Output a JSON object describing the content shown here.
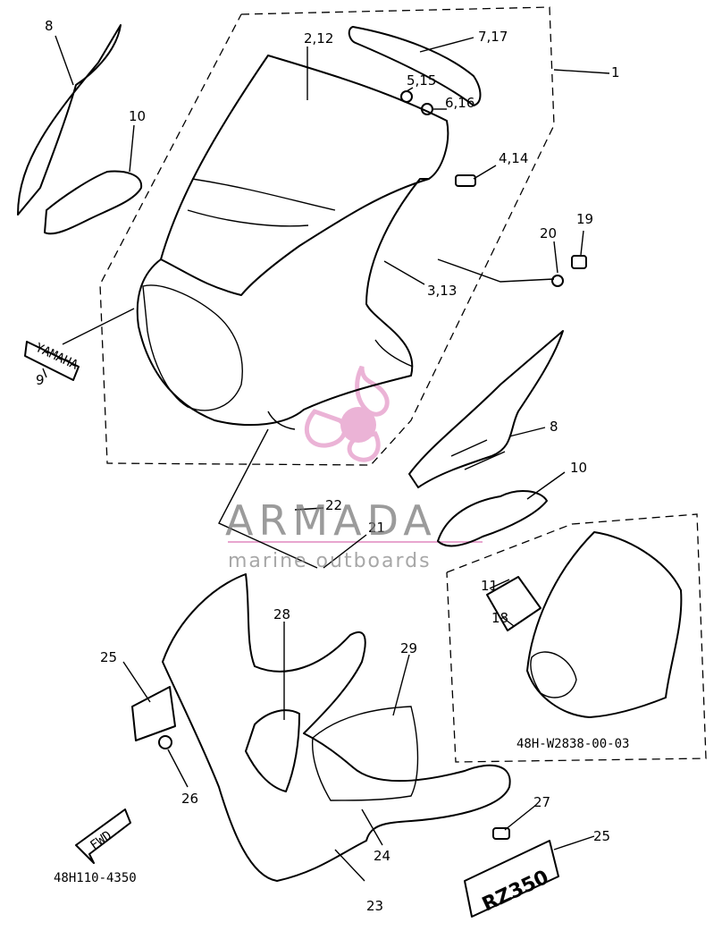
{
  "callouts": {
    "c1": "1",
    "c2_12": "2,12",
    "c7_17": "7,17",
    "c5_15": "5,15",
    "c6_16": "6,16",
    "c4_14": "4,14",
    "c3_13": "3,13",
    "c8_top": "8",
    "c10_top": "10",
    "c9": "9",
    "c20": "20",
    "c19": "19",
    "c8_right": "8",
    "c10_right": "10",
    "c22": "22",
    "c21": "21",
    "c11": "11",
    "c18": "18",
    "c28": "28",
    "c29": "29",
    "c25_left": "25",
    "c26": "26",
    "c27": "27",
    "c25_right": "25",
    "c24": "24",
    "c23": "23"
  },
  "decals": {
    "yamaha": "YAMAHA",
    "fwd": "FWD",
    "number_plate": "RZ350"
  },
  "part_refs": {
    "assembly": "48H-W2838-00-03",
    "drawing": "48H110-4350"
  },
  "watermark": {
    "title": "ARMADA",
    "subtitle": "marine outboards",
    "accent": "#e8a6cf"
  }
}
